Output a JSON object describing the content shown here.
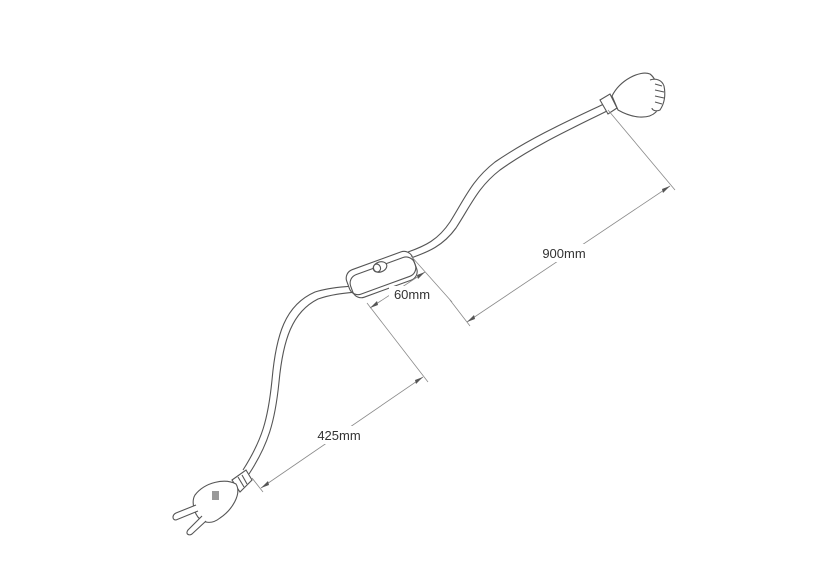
{
  "dimensions": {
    "plug_to_switch": "425mm",
    "switch_length": "60mm",
    "switch_to_socket": "900mm"
  },
  "colors": {
    "line": "#555555",
    "dimension_line": "#8a8a8a",
    "background": "#ffffff"
  }
}
